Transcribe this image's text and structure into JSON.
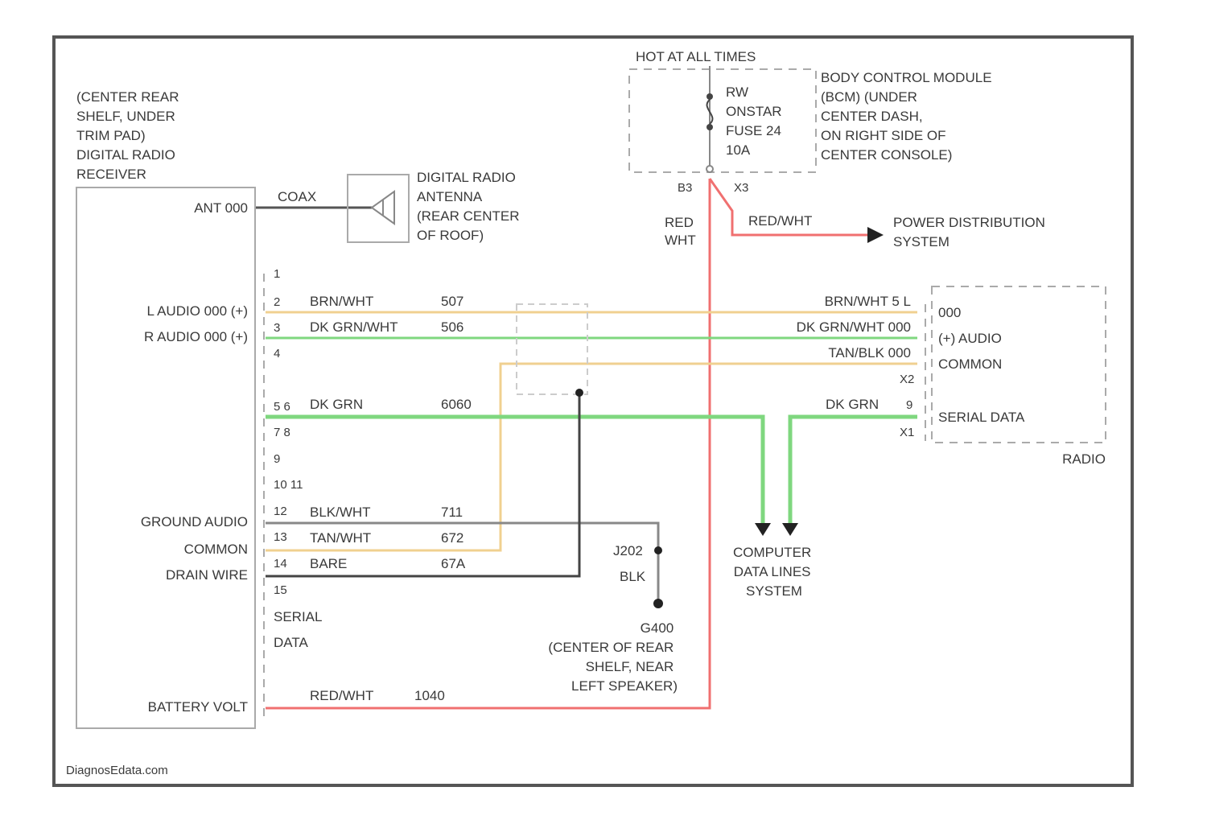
{
  "colors": {
    "border": "#555555",
    "box": "#aaaaaa",
    "wire_red": "#f07070",
    "wire_green": "#7fd77f",
    "wire_tan": "#f0d090",
    "wire_gray": "#888888",
    "wire_dark": "#444444",
    "text": "#3a3a3a"
  },
  "receiver": {
    "title_lines": [
      "(CENTER REAR",
      "SHELF, UNDER",
      "TRIM PAD)",
      "DIGITAL RADIO",
      "RECEIVER"
    ],
    "pins": {
      "ant": "ANT 000",
      "l_audio": "L AUDIO 000 (+)",
      "r_audio": "R AUDIO 000 (+)",
      "ground_audio": "GROUND AUDIO",
      "common": "COMMON",
      "drain": "DRAIN WIRE",
      "battery": "BATTERY VOLT"
    },
    "pin_numbers": [
      "1",
      "2",
      "3",
      "4",
      "5 6",
      "7 8",
      "9",
      "10 11",
      "12",
      "13",
      "14",
      "15"
    ],
    "serial_data": [
      "SERIAL",
      "DATA"
    ]
  },
  "antenna": {
    "coax_label": "COAX",
    "lines": [
      "DIGITAL RADIO",
      "ANTENNA",
      "(REAR CENTER",
      "OF ROOF)"
    ]
  },
  "wires": {
    "brn_wht": "BRN/WHT",
    "brn_wht_circuit": "507",
    "dg_brn_wht": "DK GRN/WHT",
    "dg_brn_wht_circuit": "506",
    "dg_grn": "DK GRN",
    "dg_grn_circuit": "6060",
    "blk_wht": "BLK/WHT",
    "blk_wht_circuit": "711",
    "tan_wht": "TAN/WHT",
    "tan_wht_circuit": "672",
    "bare": "BARE",
    "bare_circuit": "67A",
    "red_wht": "RED/WHT",
    "red_wht_circuit": "1040",
    "red_wht_top": "RED/WHT",
    "red_label": [
      "RED",
      "WHT"
    ]
  },
  "bcm": {
    "hot_label": "HOT AT ALL TIMES",
    "fuse_lines": [
      "RW",
      "ONSTAR",
      "FUSE 24",
      "10A"
    ],
    "desc_lines": [
      "BODY CONTROL MODULE",
      "(BCM) (UNDER",
      "CENTER DASH,",
      "ON RIGHT SIDE OF",
      "CENTER CONSOLE)"
    ],
    "pin_left": "B3",
    "pin_right": "X3"
  },
  "power_distribution": [
    "POWER DISTRIBUTION",
    "SYSTEM"
  ],
  "radio": {
    "pins": [
      "000",
      "(+) AUDIO",
      "COMMON",
      "SERIAL DATA"
    ],
    "wire_labels": [
      "BRN/WHT 5 L",
      "DK GRN/WHT 000",
      "TAN/BLK 000"
    ],
    "pin_x2": "X2",
    "pin_x1": "X1",
    "serial_wire": "DK GRN",
    "serial_pin": "9",
    "name": "RADIO"
  },
  "computer": [
    "COMPUTER",
    "DATA LINES",
    "SYSTEM"
  ],
  "ground": {
    "connector": "J202",
    "wire": "BLK",
    "lines": [
      "G400",
      "(CENTER OF REAR",
      "SHELF, NEAR",
      "LEFT SPEAKER)"
    ]
  },
  "footer": "DiagnosEdata.com"
}
